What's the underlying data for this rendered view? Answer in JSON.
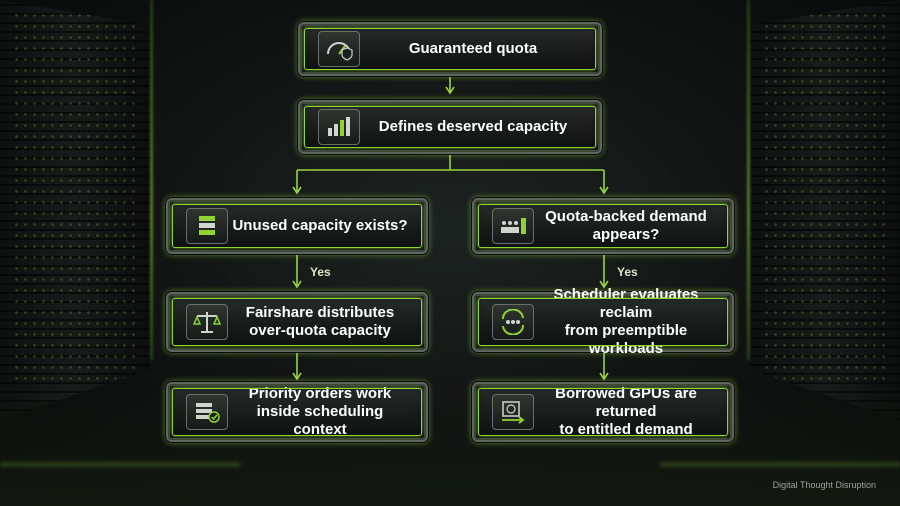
{
  "nodes": {
    "guaranteed_quota": {
      "text": "Guaranteed quota",
      "icon": "gauge-shield-icon"
    },
    "deserved_capacity": {
      "text": "Defines deserved capacity",
      "icon": "bar-chart-icon"
    },
    "unused_capacity": {
      "text": "Unused capacity exists?",
      "icon": "server-stack-icon"
    },
    "quota_demand": {
      "text": "Quota-backed demand appears?",
      "icon": "gpu-demand-icon"
    },
    "fairshare": {
      "lines": [
        "Fairshare distributes",
        "over-quota capacity"
      ],
      "icon": "balance-scale-icon"
    },
    "scheduler": {
      "lines": [
        "Scheduler evaluates reclaim",
        "from preemptible workloads"
      ],
      "icon": "cycle-users-icon"
    },
    "priority": {
      "lines": [
        "Priority orders work",
        "inside scheduling context"
      ],
      "icon": "stack-check-icon"
    },
    "borrowed": {
      "lines": [
        "Borrowed GPUs are returned",
        "to entitled demand"
      ],
      "icon": "gpu-return-icon"
    }
  },
  "edge_labels": {
    "left_yes": "Yes",
    "right_yes": "Yes"
  },
  "credit": "Digital Thought Disruption",
  "colors": {
    "accent": "#8fd431",
    "node_border": "#5f665f",
    "text": "#ffffff"
  }
}
